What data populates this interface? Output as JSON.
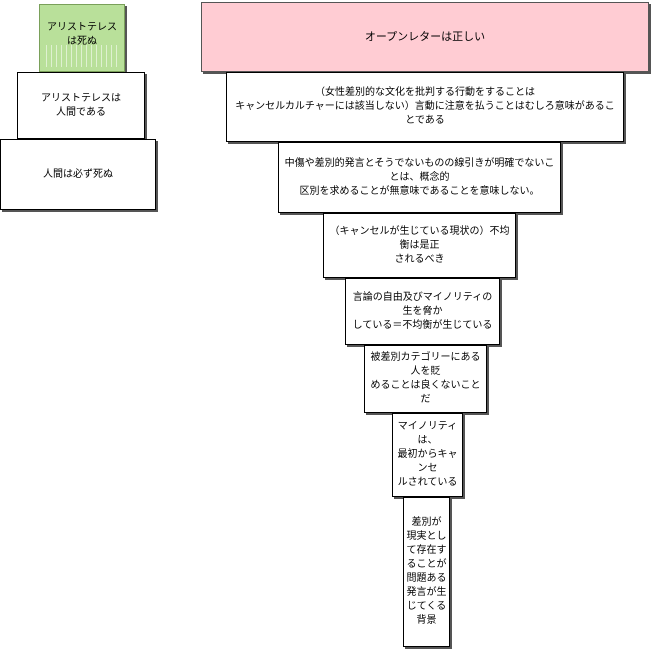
{
  "left_pyramid": {
    "top": "アリストテレスは死ぬ",
    "middle": "アリストテレスは\n人間である",
    "bottom": "人間は必ず死ぬ"
  },
  "right_pyramid": {
    "conclusion": "オープンレターは正しい",
    "levels": [
      "（女性差別的な文化を批判する行動をすることは\nキャンセルカルチャーには該当しない）言動に注意を払うことはむしろ意味があることである",
      "中傷や差別的発言とそうでないものの線引きが明確でないことは、概念的\n区別を求めることが無意味であることを意味しない。",
      "（キャンセルが生じている現状の）不均衡は是正\nされるべき",
      "言論の自由及びマイノリティの生を脅か\nしている＝不均衡が生じている",
      "被差別カテゴリーにある人を貶\nめることは良くないことだ",
      "マイノリティは、\n最初からキャンセ\nルされている",
      "差別が\n現実とし\nて存在す\nることが\n問題ある\n発言が生\nじてくる\n背景"
    ]
  },
  "colors": {
    "top_box_fill": "#b9e09a",
    "conclusion_fill": "#ffccd3"
  }
}
